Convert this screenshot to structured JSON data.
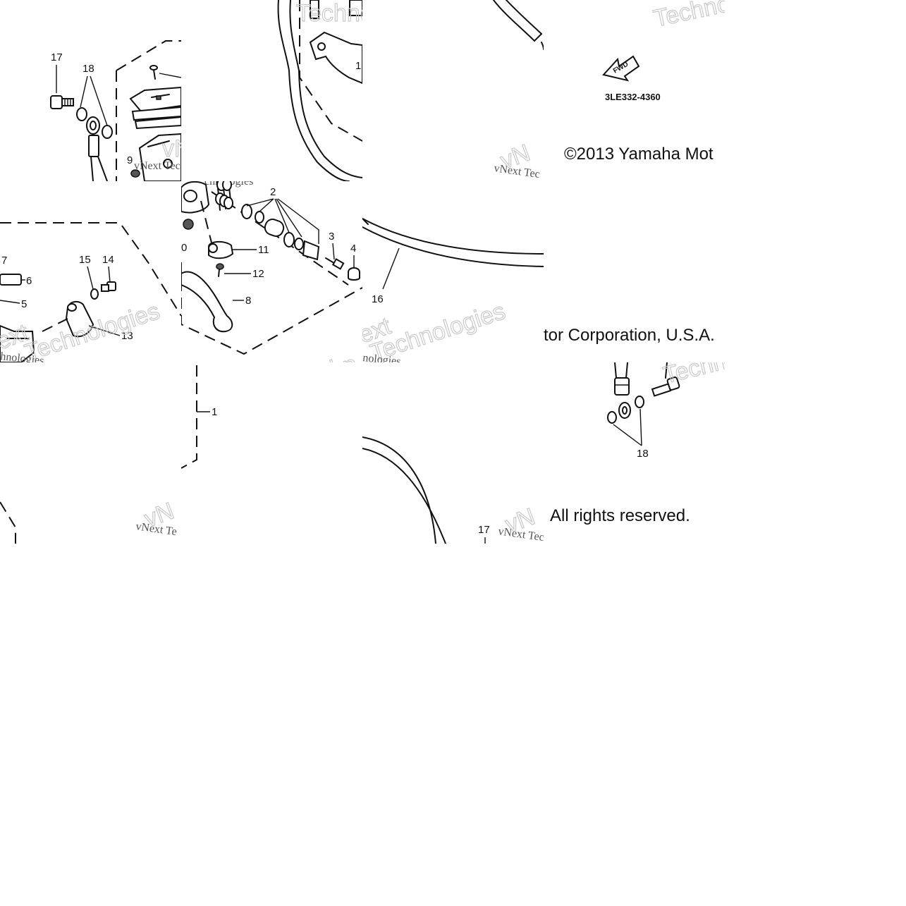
{
  "callouts": {
    "n1": "1",
    "n2": "2",
    "n3": "3",
    "n4": "4",
    "n5": "5",
    "n6": "6",
    "n7": "7",
    "n8": "8",
    "n9": "9",
    "n10": "0",
    "n11": "11",
    "n12": "12",
    "n13": "13",
    "n14": "14",
    "n15": "15",
    "n16": "16",
    "n17a": "17",
    "n17b": "17",
    "n18a": "18",
    "n18b": "18",
    "n1top": "1"
  },
  "diagram_code": "3LE332-4360",
  "fwd_label": "FWD",
  "copyright": {
    "line1": "©2013 Yamaha Mot",
    "line2": "tor Corporation, U.S.A.",
    "line3": "All rights reserved."
  },
  "watermarks": {
    "techno_a": "Techno",
    "techno_b": "Techno",
    "techno_c": "Techn",
    "techno_d": "Techn",
    "techno_e": "Technologies",
    "vnext_a": "vNext Tec",
    "vnext_b": "vNext Tec",
    "vnext_c": "vNext Te",
    "vnext_d": "vNext Tec",
    "vnext_e": "vNext Te",
    "logies_a": "nologies",
    "logies_b": "hnologies",
    "logies_c": "chnologies",
    "logies_d": "nologies",
    "vn_a": "vNe",
    "vn_b": "vN",
    "vn_c": "vN",
    "ext": "ext"
  }
}
